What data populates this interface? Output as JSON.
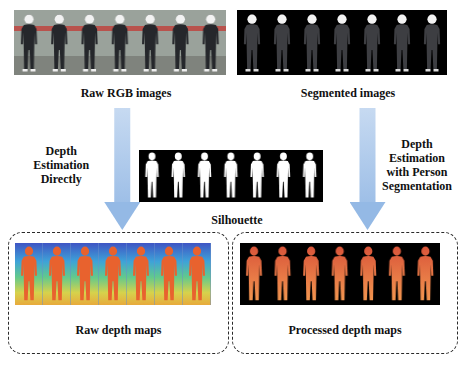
{
  "diagram": {
    "nodes": [
      {
        "text": [
          "Raw RGB images"
        ]
      },
      {
        "text": [
          "Segmented images"
        ]
      },
      {
        "text": [
          "Silhouette"
        ]
      },
      {
        "text": [
          "Raw depth maps"
        ]
      },
      {
        "text": [
          "Processed depth maps"
        ]
      }
    ],
    "edges": [
      {
        "from": 0,
        "to": 3,
        "arrow": "to",
        "label": "Depth Estimation Directly"
      },
      {
        "from": 1,
        "to": 4,
        "arrow": "to",
        "label": "Depth Estimation with Person Segmentation"
      }
    ]
  }
}
